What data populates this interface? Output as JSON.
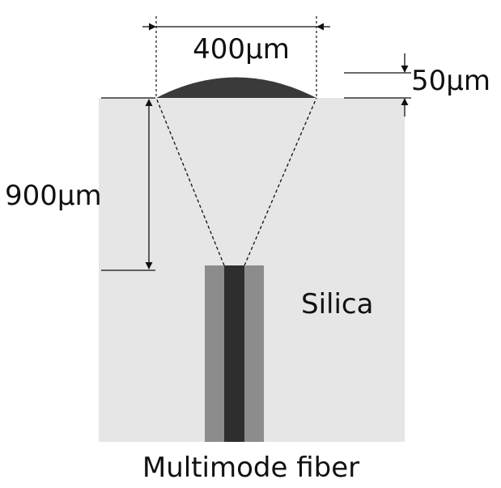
{
  "labels": {
    "lens_width": "400μm",
    "lens_height": "50μm",
    "depth": "900μm",
    "substrate": "Silica",
    "fiber": "Multimode fiber"
  },
  "colors": {
    "substrate": "#e6e6e6",
    "lens": "#3a3a3a",
    "fiber_cladding": "#8c8c8c",
    "fiber_core": "#2e2e2e",
    "lines": "#111111"
  }
}
